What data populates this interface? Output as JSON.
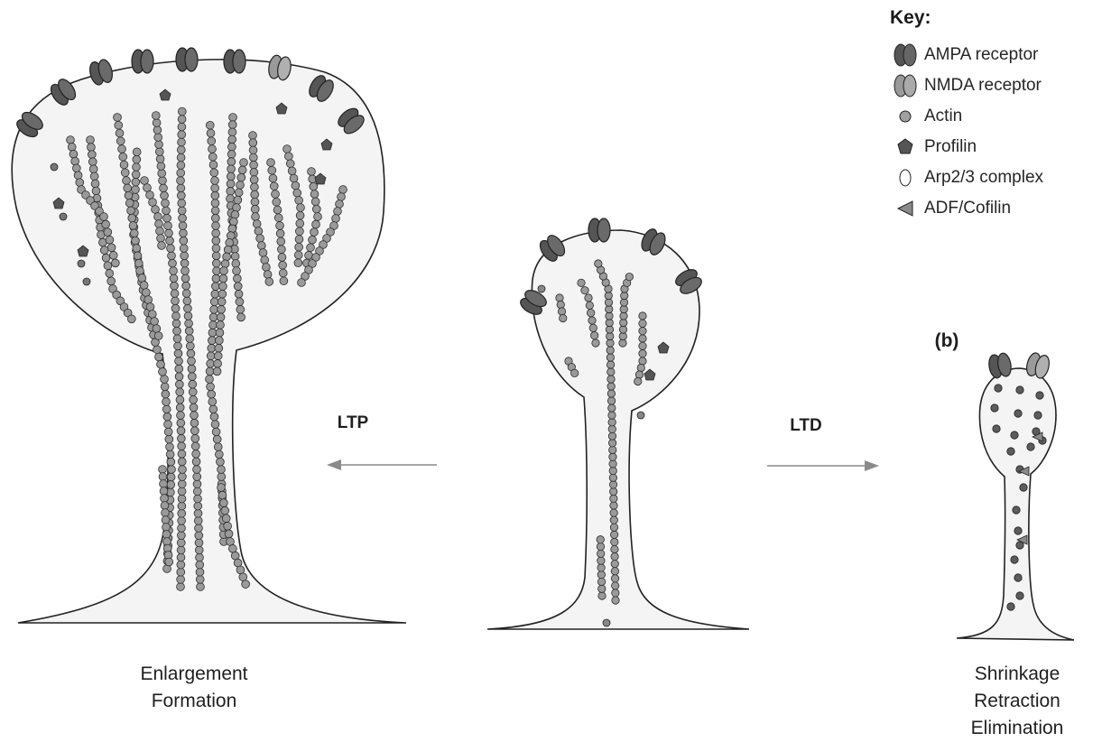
{
  "arrows": {
    "ltp_label": "LTP",
    "ltd_label": "LTD"
  },
  "captions": {
    "left": [
      "Enlargement",
      "Formation"
    ],
    "right": [
      "Shrinkage",
      "Retraction",
      "Elimination"
    ]
  },
  "panel_label_b": "(b)",
  "key": {
    "title": "Key:",
    "items": [
      {
        "icon": "ampa-receptor-icon",
        "label": "AMPA receptor"
      },
      {
        "icon": "nmda-receptor-icon",
        "label": "NMDA receptor"
      },
      {
        "icon": "actin-icon",
        "label": "Actin"
      },
      {
        "icon": "profilin-icon",
        "label": "Profilin"
      },
      {
        "icon": "arp23-complex-icon",
        "label": "Arp2/3 complex"
      },
      {
        "icon": "adf-cofilin-icon",
        "label": "ADF/Cofilin"
      }
    ]
  },
  "colors": {
    "outline": "#222222",
    "spine_fill": "#f4f4f4",
    "receptor": "#5a5a5a",
    "actin": "#9a9a9a",
    "dark_granule": "#5c5c5c",
    "arrow": "#8a8a8a"
  }
}
